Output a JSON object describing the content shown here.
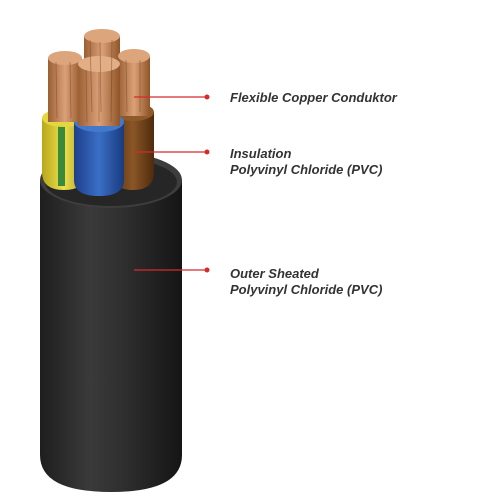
{
  "labels": {
    "conductor": {
      "line1": "Flexible Copper Conduktor"
    },
    "insulation": {
      "line1": "Insulation",
      "line2": "Polyvinyl Chloride (PVC)"
    },
    "sheath": {
      "line1": "Outer Sheated",
      "line2": "Polyvinyl Chloride (PVC)"
    }
  },
  "colors": {
    "background": "#ffffff",
    "outer_sheath": "#2b2b2b",
    "copper": "#c8885a",
    "insulation_blue": "#2a5fb0",
    "insulation_brown": "#7a4a1e",
    "insulation_yellow": "#d9c92a",
    "insulation_green": "#3a8a3a",
    "leader_dot": "#d62b2b",
    "text": "#333333"
  }
}
